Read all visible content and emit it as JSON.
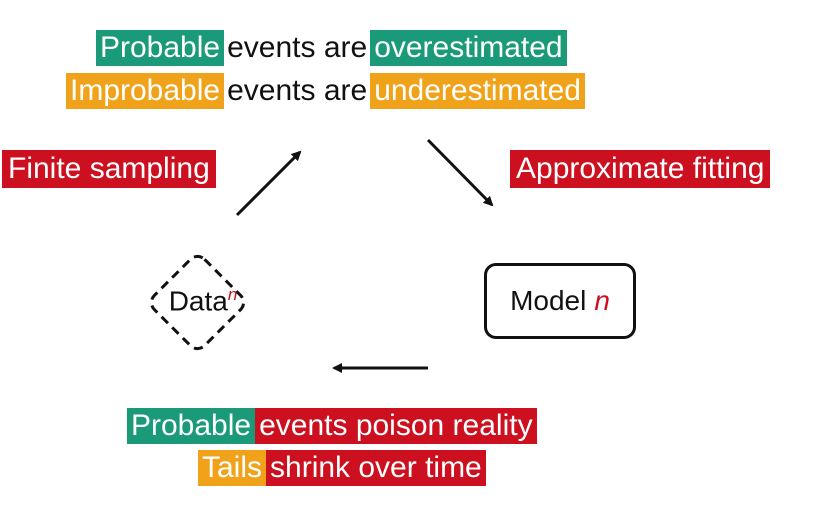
{
  "top": {
    "line1": {
      "hl": "Probable",
      "mid": "events are",
      "hl2": "overestimated"
    },
    "line2": {
      "hl": "Improbable",
      "mid": "events are",
      "hl2": "underestimated"
    }
  },
  "left_label": "Finite sampling",
  "right_label": "Approximate fitting",
  "data_node": {
    "label": "Data",
    "sup": "n"
  },
  "model_node": {
    "label": "Model",
    "n": "n"
  },
  "bottom": {
    "line1": {
      "hl": "Probable",
      "rest": "events poison reality"
    },
    "line2": {
      "hl": "Tails",
      "rest": "shrink over time"
    }
  },
  "colors": {
    "green": "#1a9a78",
    "orange": "#f0a31a",
    "red": "#cc1020"
  }
}
